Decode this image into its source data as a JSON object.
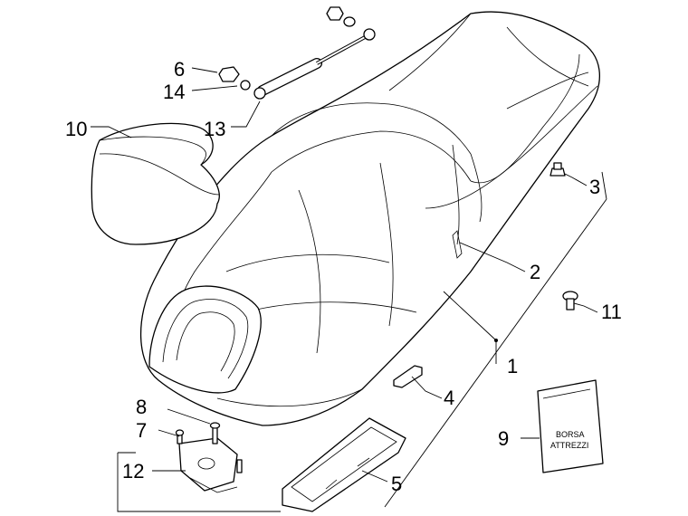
{
  "callouts": [
    {
      "id": "1",
      "text": "1"
    },
    {
      "id": "2",
      "text": "2"
    },
    {
      "id": "3",
      "text": "3"
    },
    {
      "id": "4",
      "text": "4"
    },
    {
      "id": "5",
      "text": "5"
    },
    {
      "id": "6",
      "text": "6"
    },
    {
      "id": "7",
      "text": "7"
    },
    {
      "id": "8",
      "text": "8"
    },
    {
      "id": "9",
      "text": "9"
    },
    {
      "id": "10",
      "text": "10"
    },
    {
      "id": "11",
      "text": "11"
    },
    {
      "id": "12",
      "text": "12"
    },
    {
      "id": "13",
      "text": "13"
    },
    {
      "id": "14",
      "text": "14"
    }
  ],
  "tool_bag": {
    "line1": "BORSA",
    "line2": "ATTREZZI"
  }
}
